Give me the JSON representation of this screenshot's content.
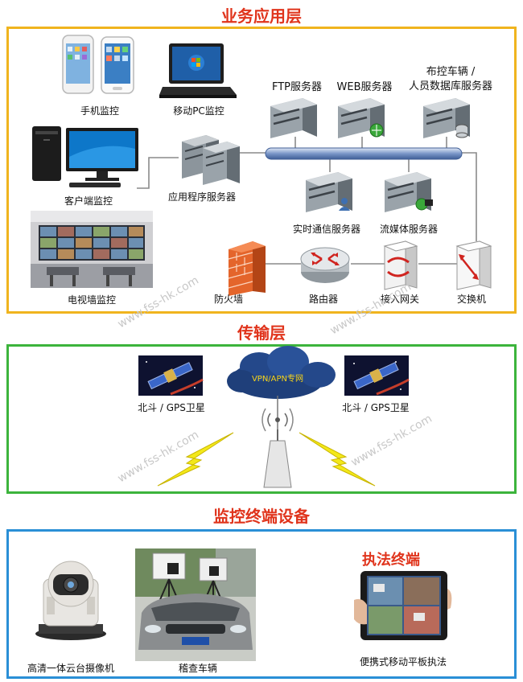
{
  "sections": {
    "business": "业务应用层",
    "transport": "传输层",
    "terminal": "监控终端设备"
  },
  "business_layer": {
    "phone": "手机监控",
    "laptop": "移动PC监控",
    "client": "客户端监控",
    "videowall": "电视墙监控",
    "app_server": "应用程序服务器",
    "ftp": "FTP服务器",
    "web": "WEB服务器",
    "db_line1": "布控车辆 /",
    "db_line2": "人员数据库服务器",
    "comm": "实时通信服务器",
    "stream": "流媒体服务器",
    "firewall": "防火墙",
    "router": "路由器",
    "gateway": "接入网关",
    "switch": "交换机"
  },
  "transport_layer": {
    "vpn": "VPN/APN专网",
    "sat_left": "北斗 / GPS卫星",
    "sat_right": "北斗 / GPS卫星"
  },
  "terminal_layer": {
    "enforcement_title": "执法终端",
    "ptz": "高清一体云台摄像机",
    "vehicle": "稽查车辆",
    "tablet": "便携式移动平板执法"
  },
  "watermark": "www.fss-hk.com",
  "colors": {
    "business_border": "#f0b41e",
    "transport_border": "#3cb43c",
    "terminal_border": "#2a8fd6",
    "title": "#e0341c"
  }
}
